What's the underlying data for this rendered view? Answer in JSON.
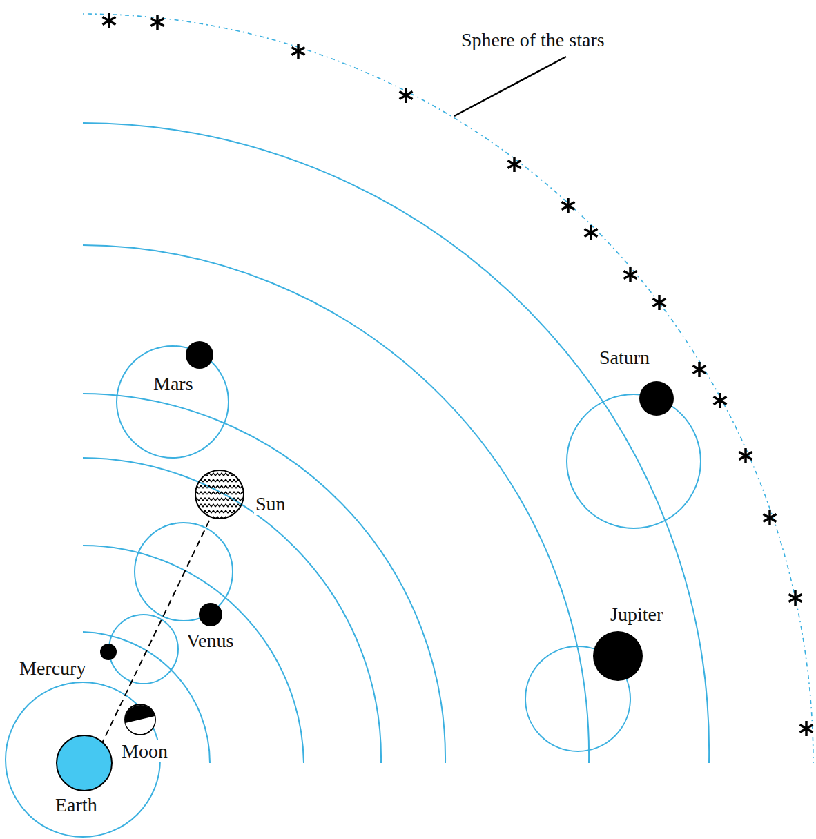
{
  "diagram": {
    "labels": [
      "Sphere of the stars",
      "Saturn",
      "Mars",
      "Sun",
      "Jupiter",
      "Venus",
      "Mercury",
      "Moon",
      "Earth"
    ]
  }
}
